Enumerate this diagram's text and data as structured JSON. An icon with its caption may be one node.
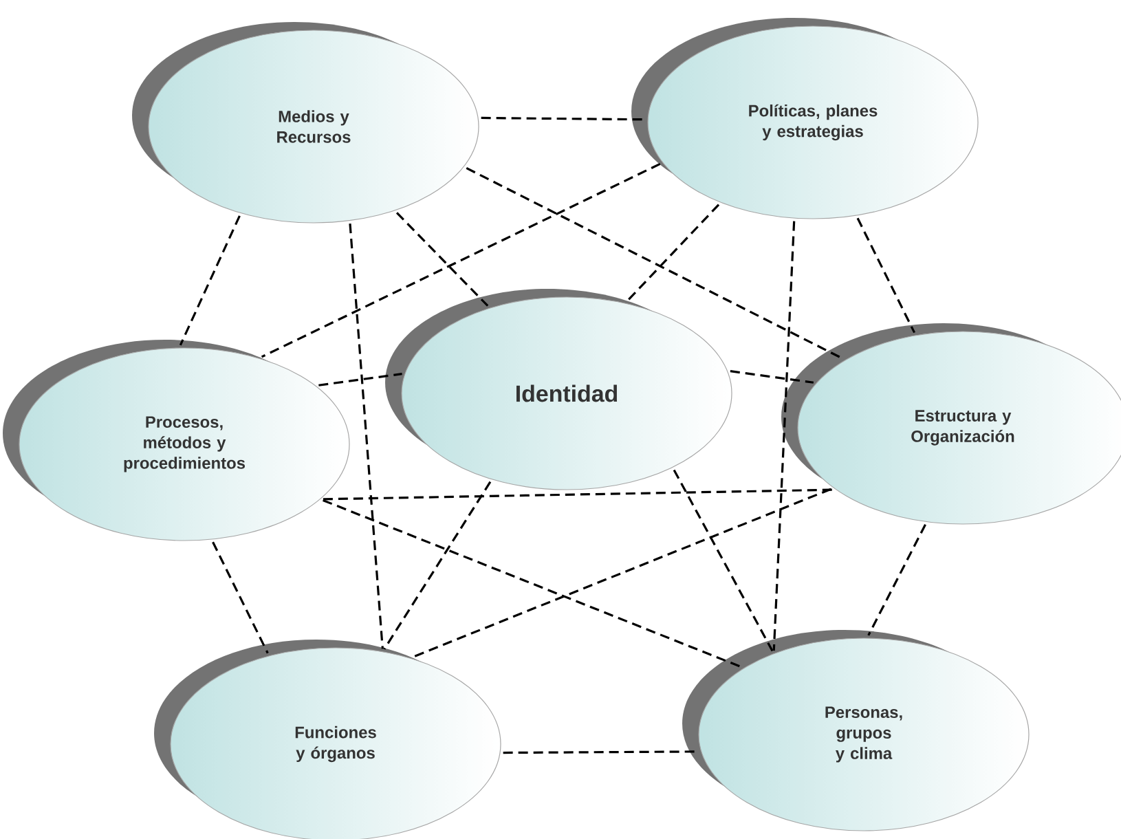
{
  "diagram": {
    "nodes": [
      {
        "text": [
          "Medios y Recursos"
        ]
      },
      {
        "text": [
          "Políticas, planes y estrategias"
        ]
      },
      {
        "text": [
          "Procesos, métodos y procedimientos"
        ]
      },
      {
        "text": [
          "Identidad"
        ]
      },
      {
        "text": [
          "Estructura y Organización"
        ]
      },
      {
        "text": [
          "Funciones y órganos"
        ]
      },
      {
        "text": [
          "Personas, grupos y clima"
        ]
      }
    ],
    "edges": [
      {
        "from": 0,
        "to": 1,
        "arrow": "none"
      },
      {
        "from": 0,
        "to": 2,
        "arrow": "none"
      },
      {
        "from": 0,
        "to": 3,
        "arrow": "none"
      },
      {
        "from": 0,
        "to": 4,
        "arrow": "none"
      },
      {
        "from": 0,
        "to": 5,
        "arrow": "none"
      },
      {
        "from": 1,
        "to": 2,
        "arrow": "none"
      },
      {
        "from": 1,
        "to": 3,
        "arrow": "none"
      },
      {
        "from": 1,
        "to": 4,
        "arrow": "none"
      },
      {
        "from": 1,
        "to": 6,
        "arrow": "none"
      },
      {
        "from": 2,
        "to": 3,
        "arrow": "none"
      },
      {
        "from": 2,
        "to": 4,
        "arrow": "none"
      },
      {
        "from": 2,
        "to": 5,
        "arrow": "none"
      },
      {
        "from": 2,
        "to": 6,
        "arrow": "none"
      },
      {
        "from": 3,
        "to": 4,
        "arrow": "none"
      },
      {
        "from": 3,
        "to": 5,
        "arrow": "none"
      },
      {
        "from": 3,
        "to": 6,
        "arrow": "none"
      },
      {
        "from": 4,
        "to": 5,
        "arrow": "none"
      },
      {
        "from": 4,
        "to": 6,
        "arrow": "none"
      },
      {
        "from": 5,
        "to": 6,
        "arrow": "none"
      }
    ]
  }
}
